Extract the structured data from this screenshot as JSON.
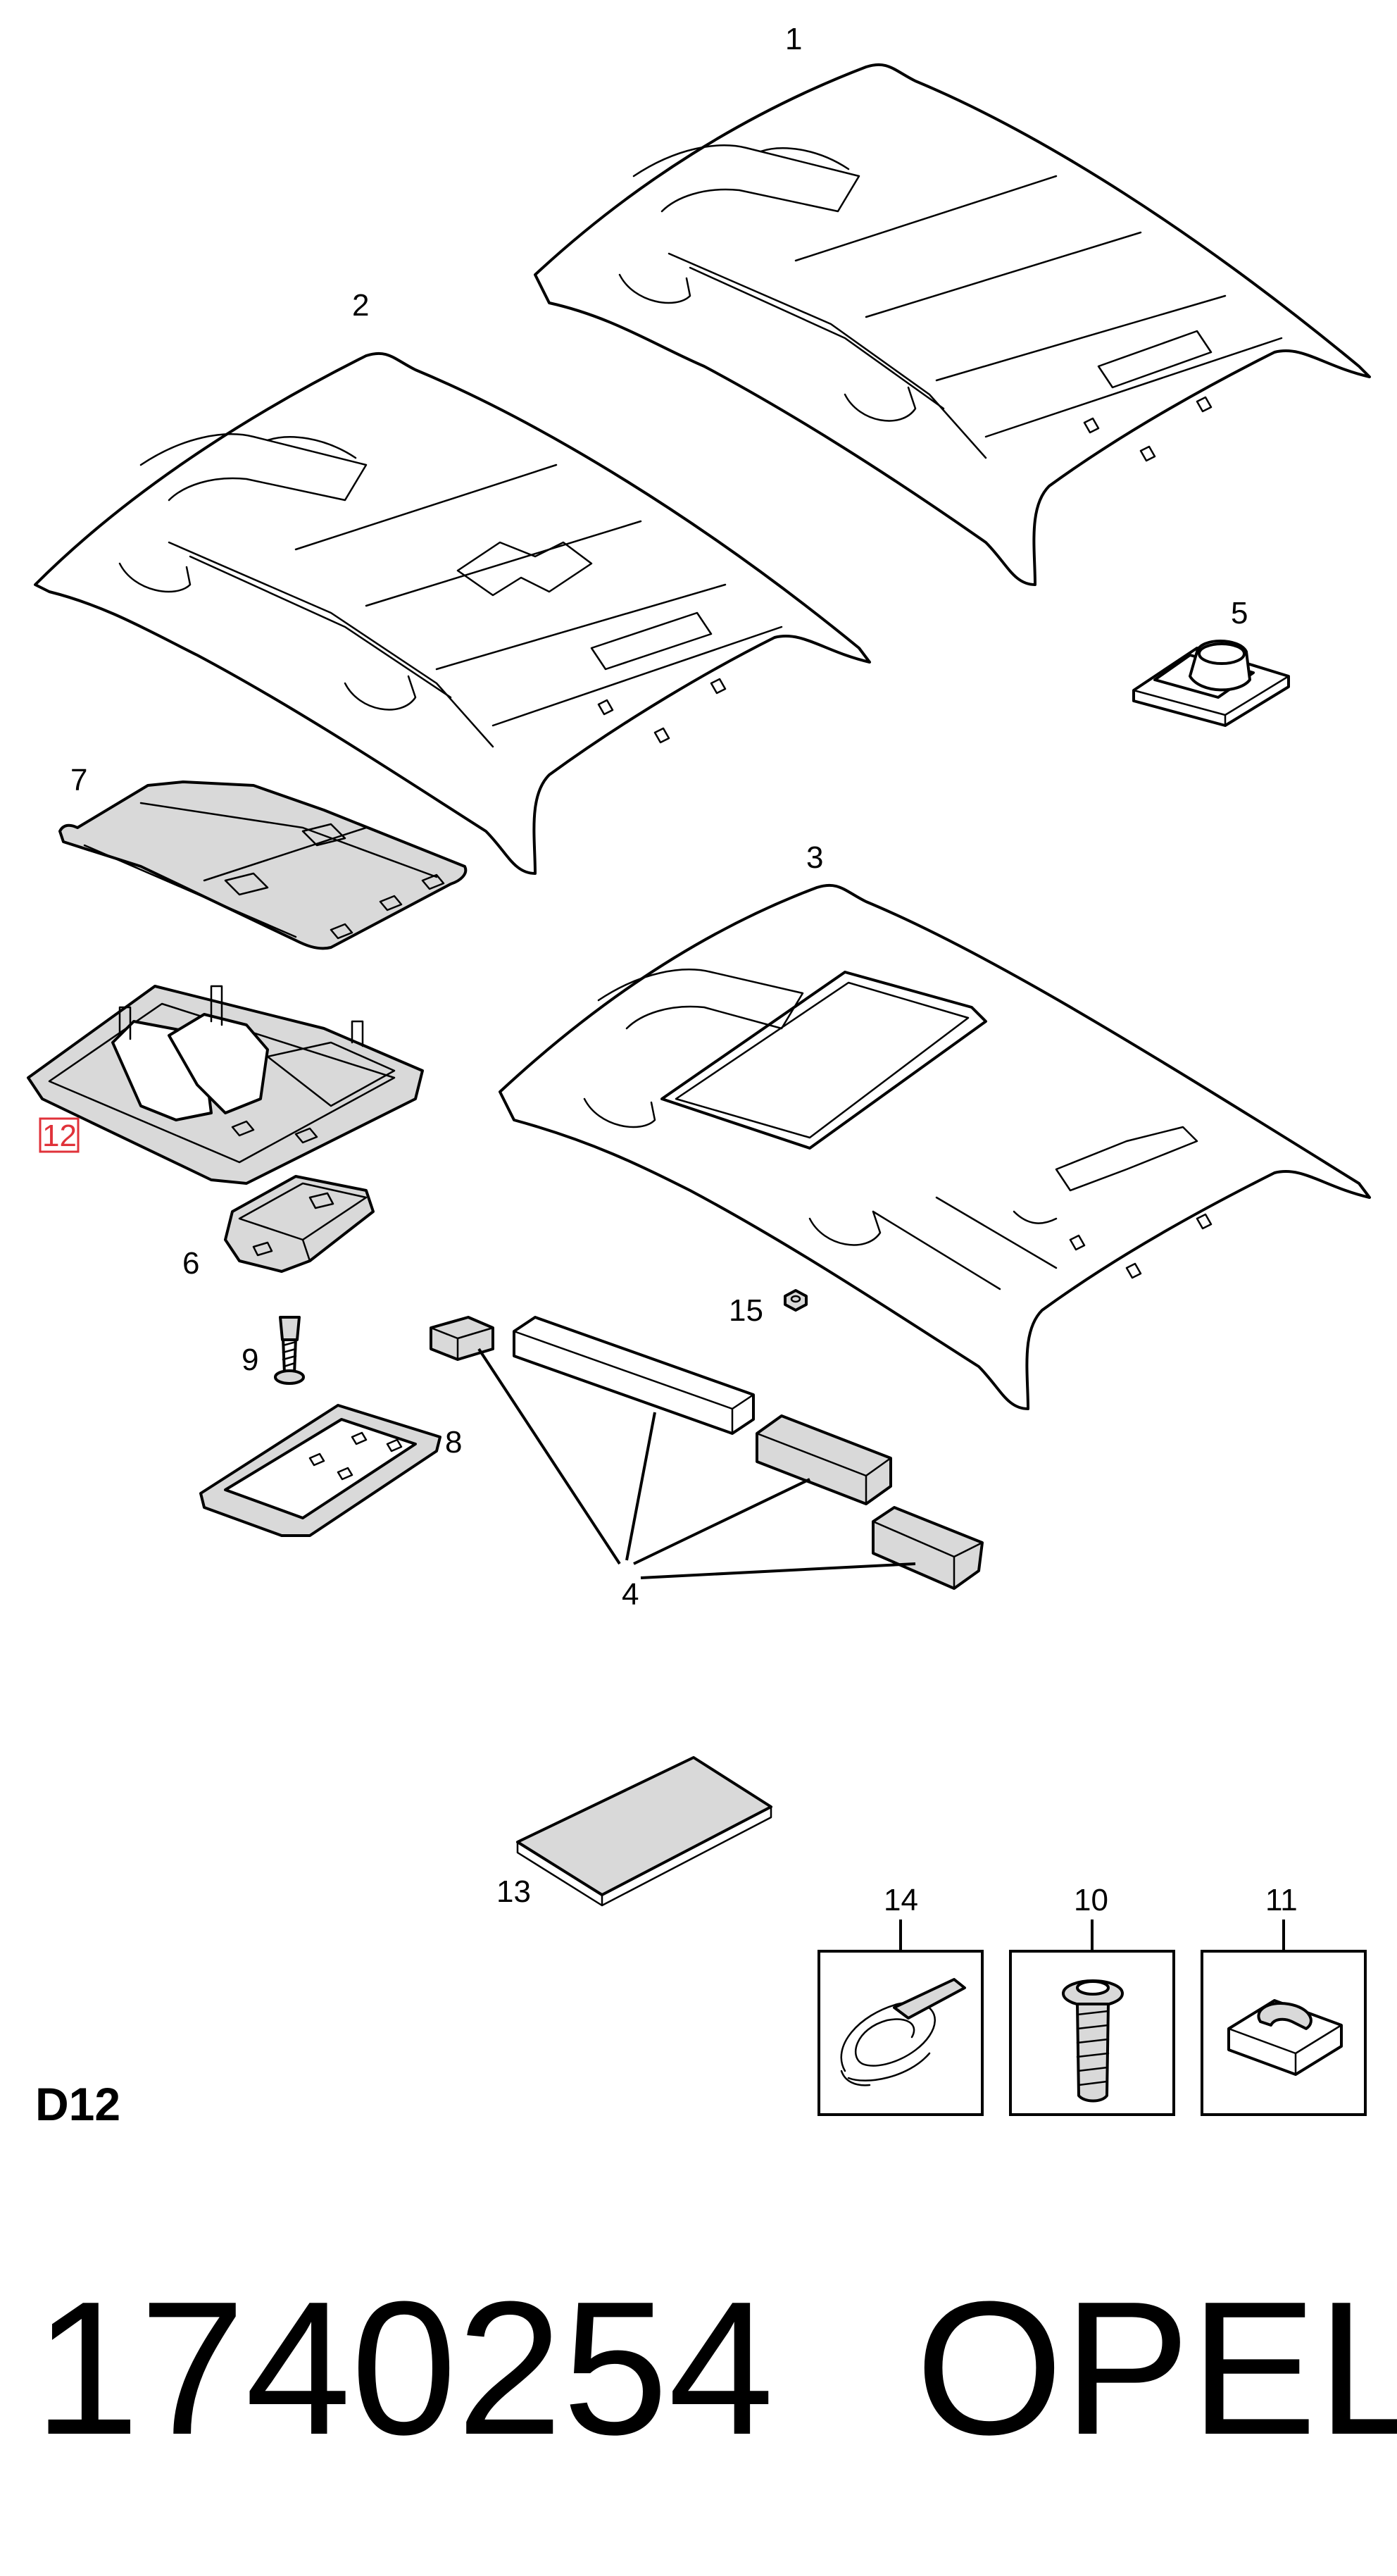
{
  "section_code": "D12",
  "footer": {
    "part_number": "1740254",
    "brand": "OPEL"
  },
  "callouts": {
    "c1": "1",
    "c2": "2",
    "c3": "3",
    "c4": "4",
    "c5": "5",
    "c6": "6",
    "c7": "7",
    "c8": "8",
    "c9": "9",
    "c10": "10",
    "c11": "11",
    "c12": "12",
    "c13": "13",
    "c14": "14",
    "c15": "15"
  },
  "colors": {
    "highlight": "#e0323a",
    "part_shade": "#d9d9d9"
  }
}
